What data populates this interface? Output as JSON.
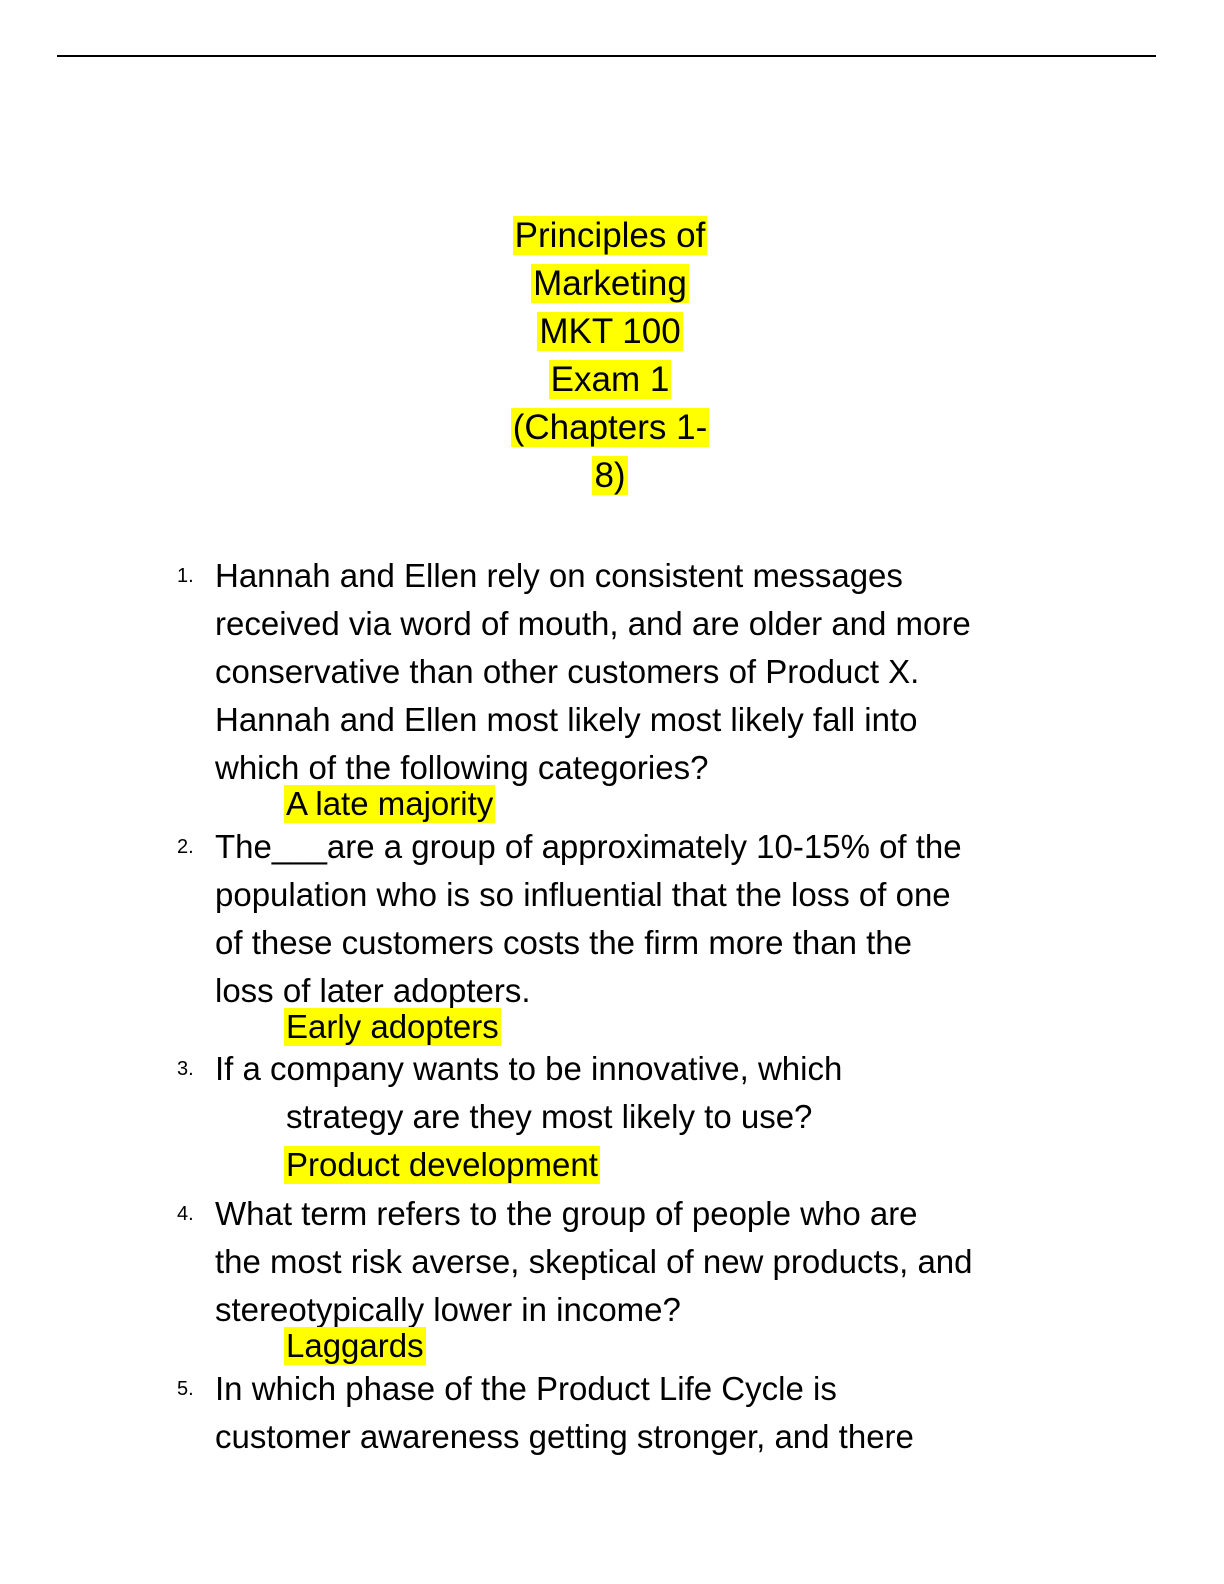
{
  "header": {
    "title_lines": [
      "Principles of",
      "Marketing",
      "MKT 100",
      "Exam 1",
      "(Chapters 1-",
      "8)"
    ]
  },
  "questions": [
    {
      "number": "1.",
      "lines": [
        "Hannah and Ellen rely on consistent messages",
        "received via word of mouth, and are older and more",
        "conservative than other customers of Product X.",
        "Hannah and Ellen most likely most likely fall into",
        "which of the following categories?"
      ],
      "answer": "A late majority"
    },
    {
      "number": "2.",
      "lines": [
        "The___are a group of approximately 10-15% of the",
        "population who is so influential that the loss of one",
        "of these customers costs the firm more than the",
        "loss of later adopters."
      ],
      "answer": "Early adopters"
    },
    {
      "number": "3.",
      "lines": [
        "If a company wants to be innovative, which",
        "strategy are they most likely to use?"
      ],
      "answer": "Product development"
    },
    {
      "number": "4.",
      "lines": [
        "What term refers to the group of people who are",
        "the most risk averse, skeptical of new products, and",
        "stereotypically lower in income?"
      ],
      "answer": "Laggards"
    },
    {
      "number": "5.",
      "lines": [
        "In which phase of the Product Life Cycle is",
        "customer awareness getting stronger, and there"
      ]
    }
  ],
  "colors": {
    "highlight": "#ffff00",
    "text": "#000000"
  }
}
